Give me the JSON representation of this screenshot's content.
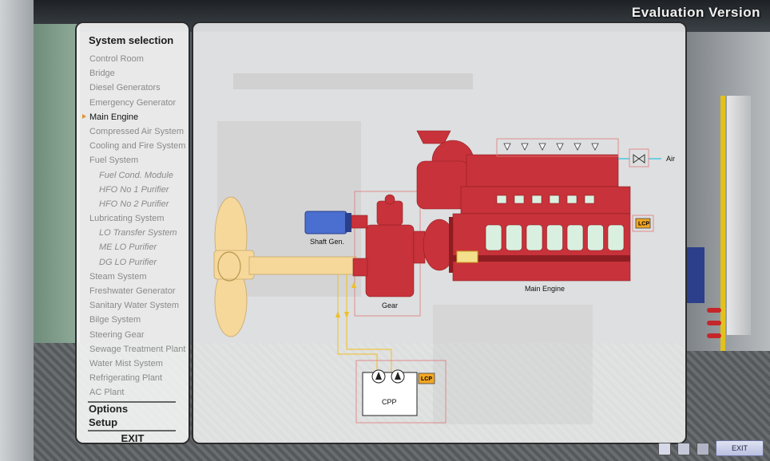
{
  "banner": {
    "evaluation": "Evaluation Version"
  },
  "menu": {
    "title": "System selection",
    "items": [
      {
        "label": "Control Room",
        "sub": false,
        "active": false
      },
      {
        "label": "Bridge",
        "sub": false,
        "active": false
      },
      {
        "label": "Diesel Generators",
        "sub": false,
        "active": false
      },
      {
        "label": "Emergency Generator",
        "sub": false,
        "active": false
      },
      {
        "label": "Main Engine",
        "sub": false,
        "active": true
      },
      {
        "label": "Compressed Air System",
        "sub": false,
        "active": false
      },
      {
        "label": "Cooling and Fire System",
        "sub": false,
        "active": false
      },
      {
        "label": "Fuel System",
        "sub": false,
        "active": false
      },
      {
        "label": "Fuel Cond. Module",
        "sub": true,
        "active": false
      },
      {
        "label": "HFO No 1 Purifier",
        "sub": true,
        "active": false
      },
      {
        "label": "HFO No 2 Purifier",
        "sub": true,
        "active": false
      },
      {
        "label": "Lubricating System",
        "sub": false,
        "active": false
      },
      {
        "label": "LO Transfer System",
        "sub": true,
        "active": false
      },
      {
        "label": "ME LO Purifier",
        "sub": true,
        "active": false
      },
      {
        "label": "DG LO Purifier",
        "sub": true,
        "active": false
      },
      {
        "label": "Steam System",
        "sub": false,
        "active": false
      },
      {
        "label": "Freshwater Generator",
        "sub": false,
        "active": false
      },
      {
        "label": "Sanitary Water System",
        "sub": false,
        "active": false
      },
      {
        "label": "Bilge System",
        "sub": false,
        "active": false
      },
      {
        "label": "Steering Gear",
        "sub": false,
        "active": false
      },
      {
        "label": "Sewage Treatment Plant",
        "sub": false,
        "active": false
      },
      {
        "label": "Water Mist System",
        "sub": false,
        "active": false
      },
      {
        "label": "Refrigerating Plant",
        "sub": false,
        "active": false
      },
      {
        "label": "AC Plant",
        "sub": false,
        "active": false
      }
    ],
    "options": "Options",
    "setup": "Setup",
    "exit": "EXIT"
  },
  "diagram": {
    "shaft_gen": "Shaft Gen.",
    "gear": "Gear",
    "main_engine": "Main Engine",
    "air": "Air",
    "cpp": "CPP",
    "lcp": "LCP",
    "colors": {
      "engine": "#c8323a",
      "engine_dark": "#8e1d22",
      "propeller": "#f5d89a",
      "pipe_yellow": "#f0c020",
      "lcp_fill": "#f2a623",
      "air_line": "#2cc0e0",
      "shaft_gen": "#4a6fd0"
    }
  },
  "toolbar": {
    "exit": "EXIT"
  }
}
